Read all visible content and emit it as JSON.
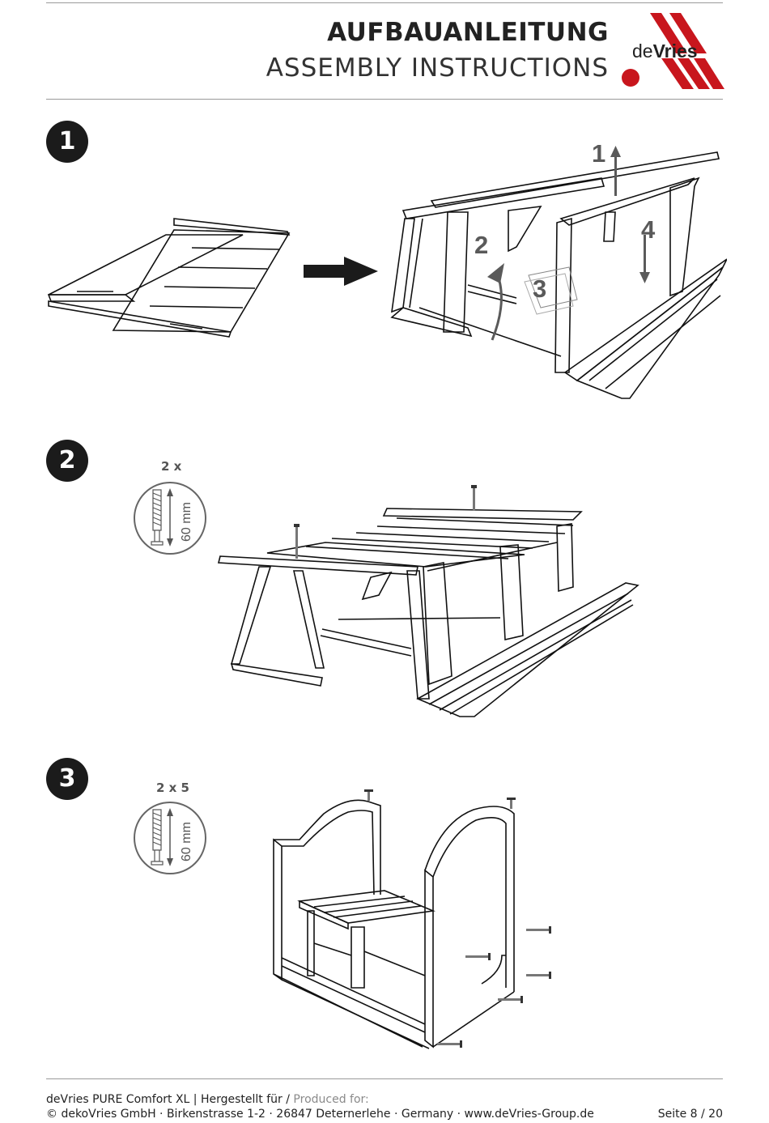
{
  "header": {
    "title_de": "AUFBAUANLEITUNG",
    "title_en": "ASSEMBLY INSTRUCTIONS",
    "logo_text": "deVries"
  },
  "steps": [
    {
      "number": "1",
      "arrow_labels": [
        "1",
        "2",
        "3",
        "4"
      ]
    },
    {
      "number": "2",
      "quantity": "2 x",
      "screw_length": "60 mm"
    },
    {
      "number": "3",
      "quantity": "2 x 5",
      "screw_length": "60 mm"
    }
  ],
  "footer": {
    "product": "deVries PURE Comfort XL | Hergestellt für / ",
    "produced_for": "Produced for:",
    "address": "© dekoVries GmbH · Birkenstrasse 1-2 · 26847 Detern­erlehe · Germany · www.deVries-Group.de",
    "page": "Seite 8 / 20"
  }
}
